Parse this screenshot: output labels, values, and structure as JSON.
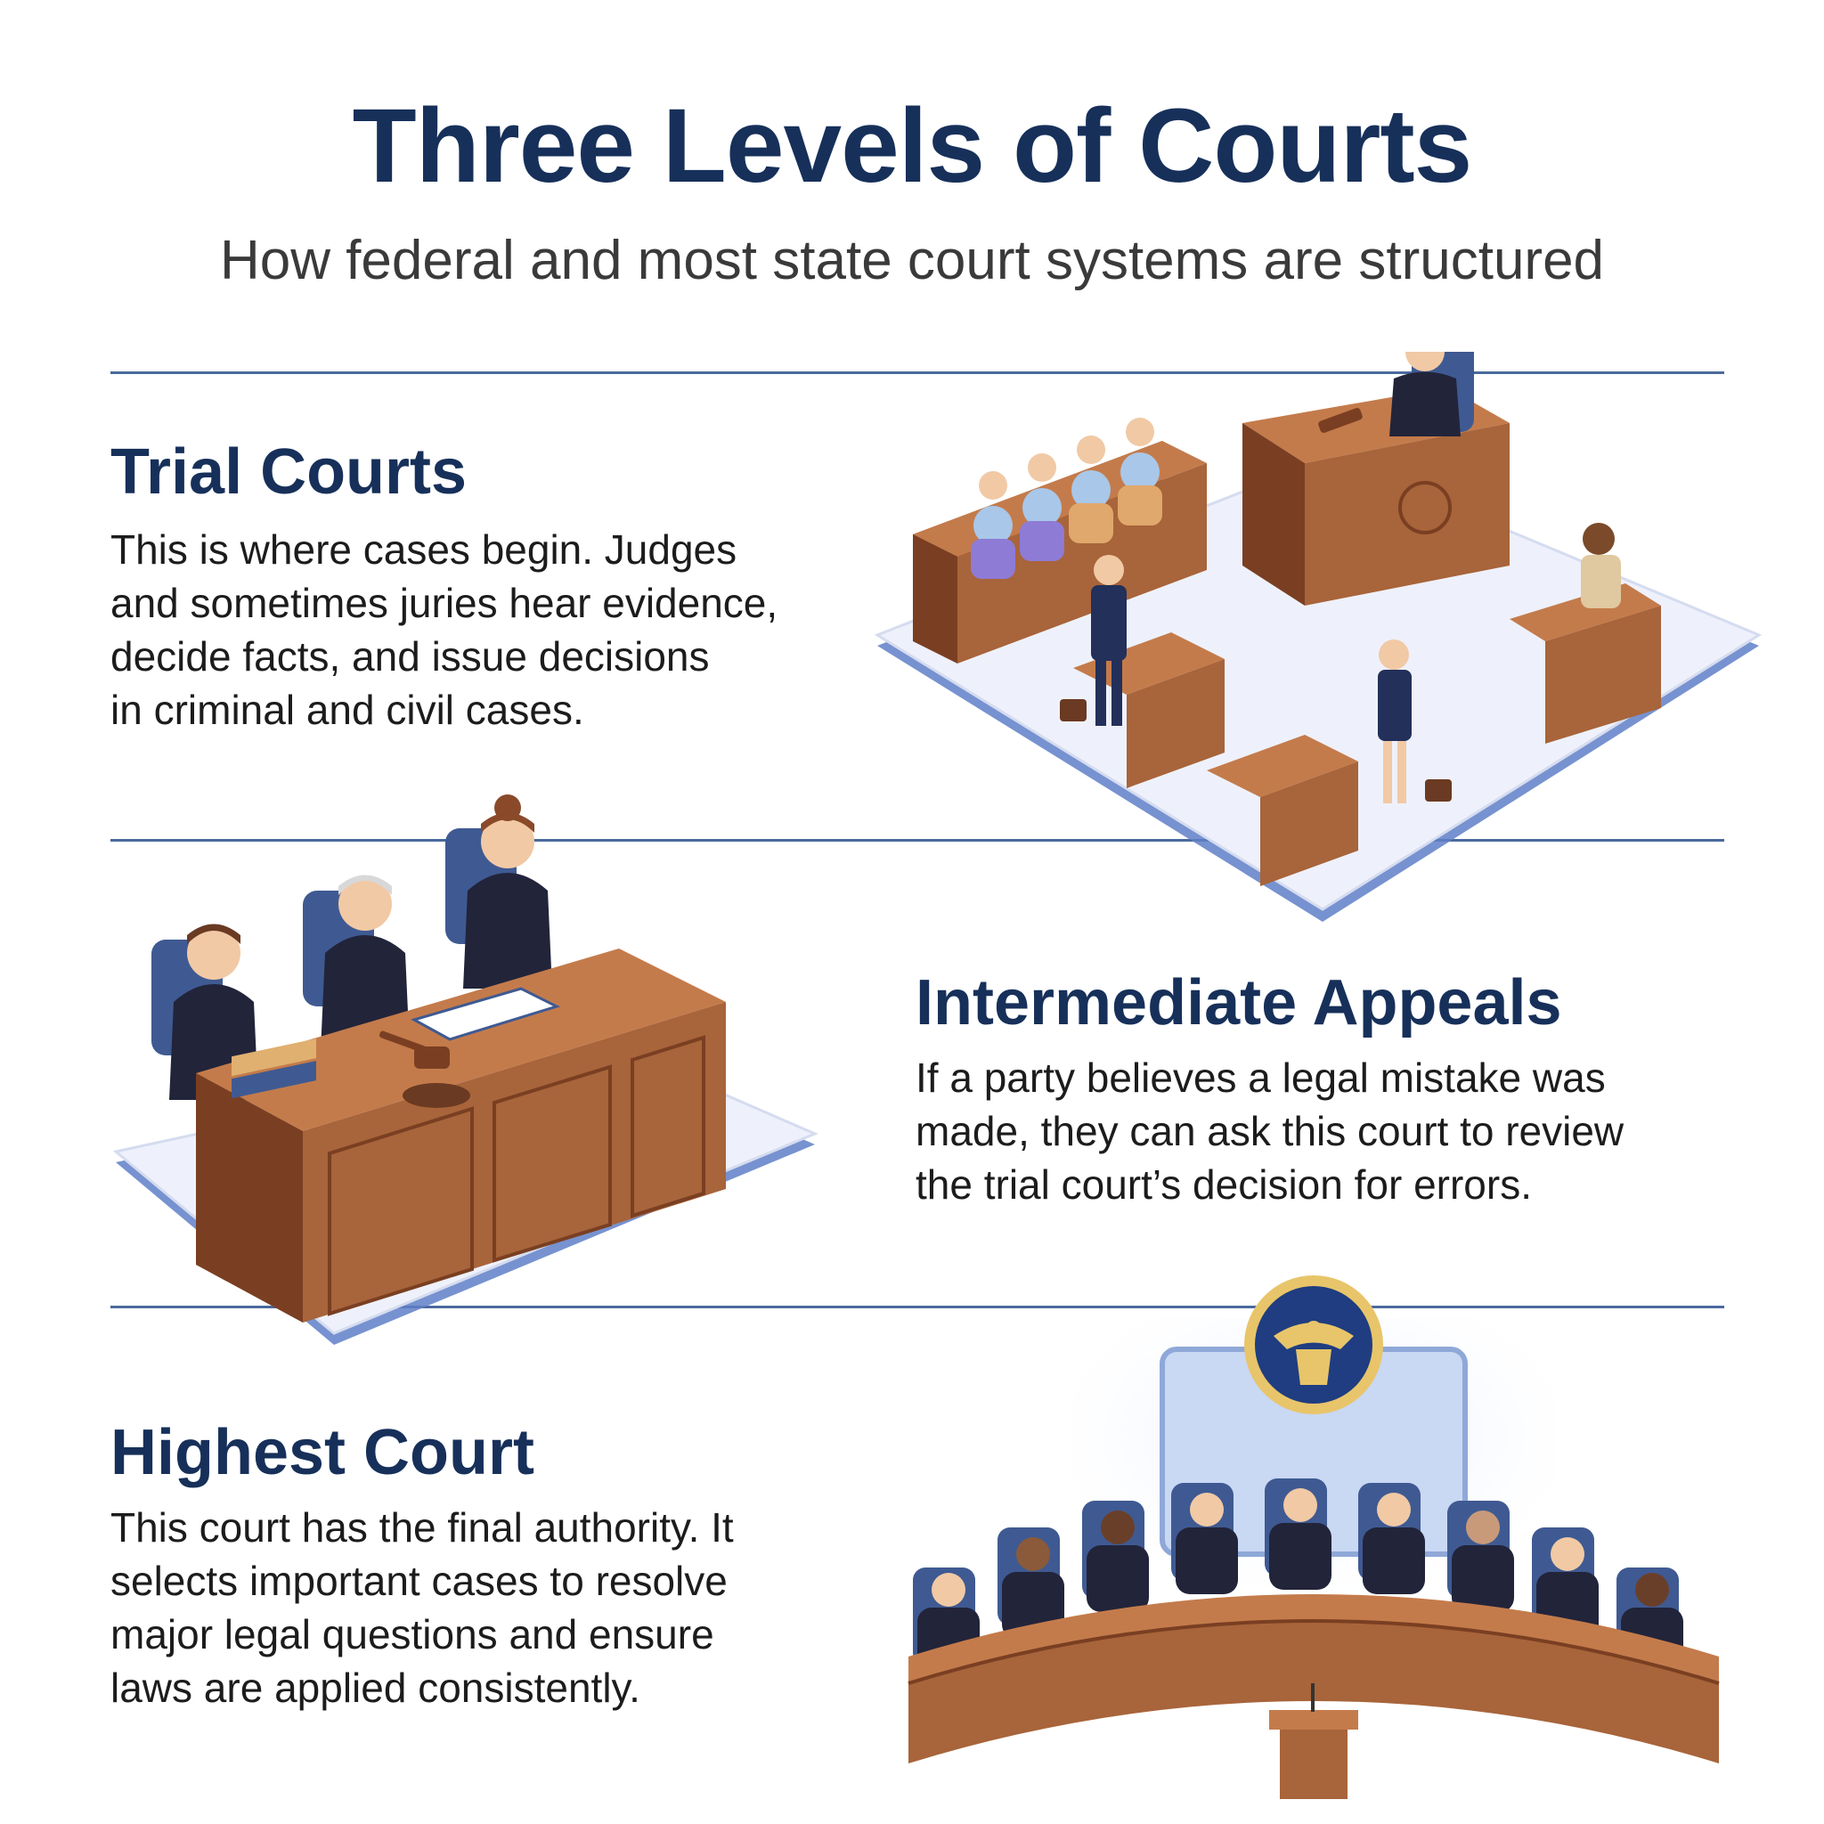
{
  "header": {
    "title": "Three Levels of Courts",
    "subtitle": "How federal and most state court systems are structured"
  },
  "sections": [
    {
      "title": "Trial Courts",
      "lines": [
        "This is where cases begin. Judges",
        "and sometimes juries hear evidence,",
        "decide facts, and issue decisions",
        "in criminal and civil cases."
      ]
    },
    {
      "title": "Intermediate Appeals",
      "lines": [
        "If a party believes a legal mistake was",
        "made, they can ask this court to review",
        "the trial court’s decision for errors."
      ]
    },
    {
      "title": "Highest Court",
      "lines": [
        "This court has the final authority. It",
        "selects important cases to resolve",
        "major legal questions and ensure",
        "laws are applied consistently."
      ]
    }
  ],
  "colors": {
    "navy": "#17305a",
    "wood": "#a8643a",
    "robe": "#22243a",
    "chair": "#3f5a92",
    "platform": "#eef1fb"
  }
}
